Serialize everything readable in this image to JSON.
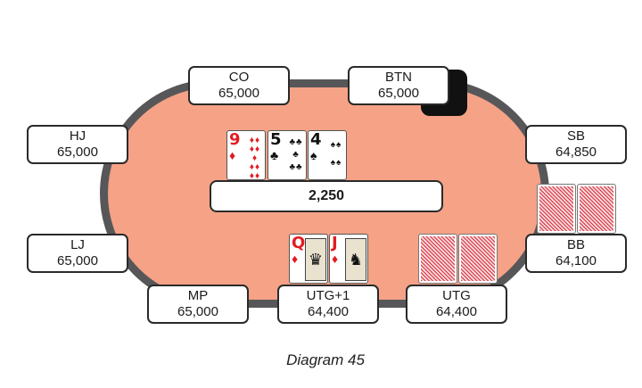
{
  "table": {
    "felt_color": "#f5a286",
    "rail_color": "#57575a"
  },
  "seats": [
    {
      "position": "CO",
      "stack": "65,000"
    },
    {
      "position": "BTN",
      "stack": "65,000",
      "dealer_button": true
    },
    {
      "position": "SB",
      "stack": "64,850"
    },
    {
      "position": "BB",
      "stack": "64,100"
    },
    {
      "position": "UTG",
      "stack": "64,400"
    },
    {
      "position": "UTG+1",
      "stack": "64,400"
    },
    {
      "position": "MP",
      "stack": "65,000"
    },
    {
      "position": "LJ",
      "stack": "65,000"
    },
    {
      "position": "HJ",
      "stack": "65,000"
    }
  ],
  "pot": "2,250",
  "board": [
    {
      "rank": "9",
      "suit": "♦",
      "color": "red"
    },
    {
      "rank": "5",
      "suit": "♣",
      "color": "black"
    },
    {
      "rank": "4",
      "suit": "♠",
      "color": "black"
    }
  ],
  "hero_hand": {
    "seat": "UTG+1",
    "cards": [
      {
        "rank": "Q",
        "suit": "♦",
        "color": "red"
      },
      {
        "rank": "J",
        "suit": "♦",
        "color": "red"
      }
    ]
  },
  "face_down_hands": [
    "UTG",
    "BB"
  ],
  "caption": "Diagram 45"
}
